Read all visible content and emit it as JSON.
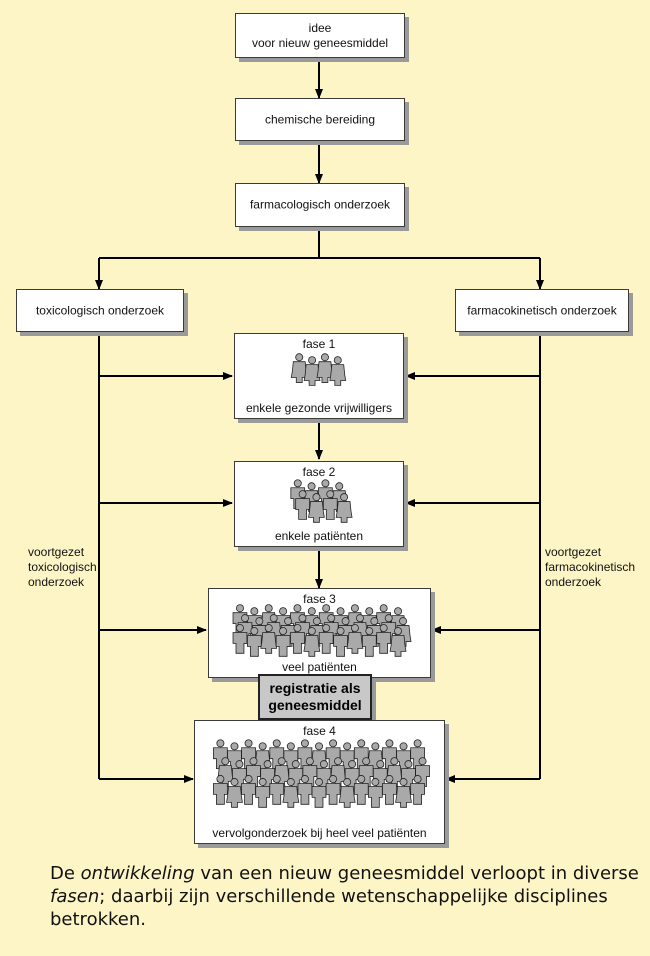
{
  "boxes": {
    "idea": {
      "lines": [
        "idee",
        "voor nieuw geneesmiddel"
      ]
    },
    "chem": {
      "label": "chemische bereiding"
    },
    "pharm": {
      "label": "farmacologisch onderzoek"
    },
    "tox": {
      "label": "toxicologisch onderzoek"
    },
    "kin": {
      "label": "farmacokinetisch onderzoek"
    }
  },
  "phases": [
    {
      "title": "fase 1",
      "desc": "enkele gezonde vrijwilligers",
      "people": 4
    },
    {
      "title": "fase 2",
      "desc": "enkele patiënten",
      "people": 8
    },
    {
      "title": "fase 3",
      "desc": "veel patiënten",
      "people": 36
    },
    {
      "title": "fase 4",
      "desc": "vervolgonderzoek bij heel veel patiënten",
      "people": 45
    }
  ],
  "registration": {
    "lines": [
      "registratie als",
      "geneesmiddel"
    ]
  },
  "side_labels": {
    "left": [
      "voortgezet",
      "toxicologisch",
      "onderzoek"
    ],
    "right": [
      "voortgezet",
      "farmacokinetisch",
      "onderzoek"
    ]
  },
  "caption": {
    "part1": "De ",
    "em1": "ontwikkeling",
    "part2": " van een nieuw geneesmiddel verloopt in diverse ",
    "em2": "fasen",
    "part3": "; daarbij zijn verschillende wetenschappelijke disciplines betrokken."
  },
  "colors": {
    "background": "#fdf5c6",
    "box_fill": "#ffffff",
    "shadow": "#9a9a9a",
    "arrow": "#000000",
    "person_fill": "#a9a9a9",
    "registration_fill": "#c8c8c8"
  }
}
